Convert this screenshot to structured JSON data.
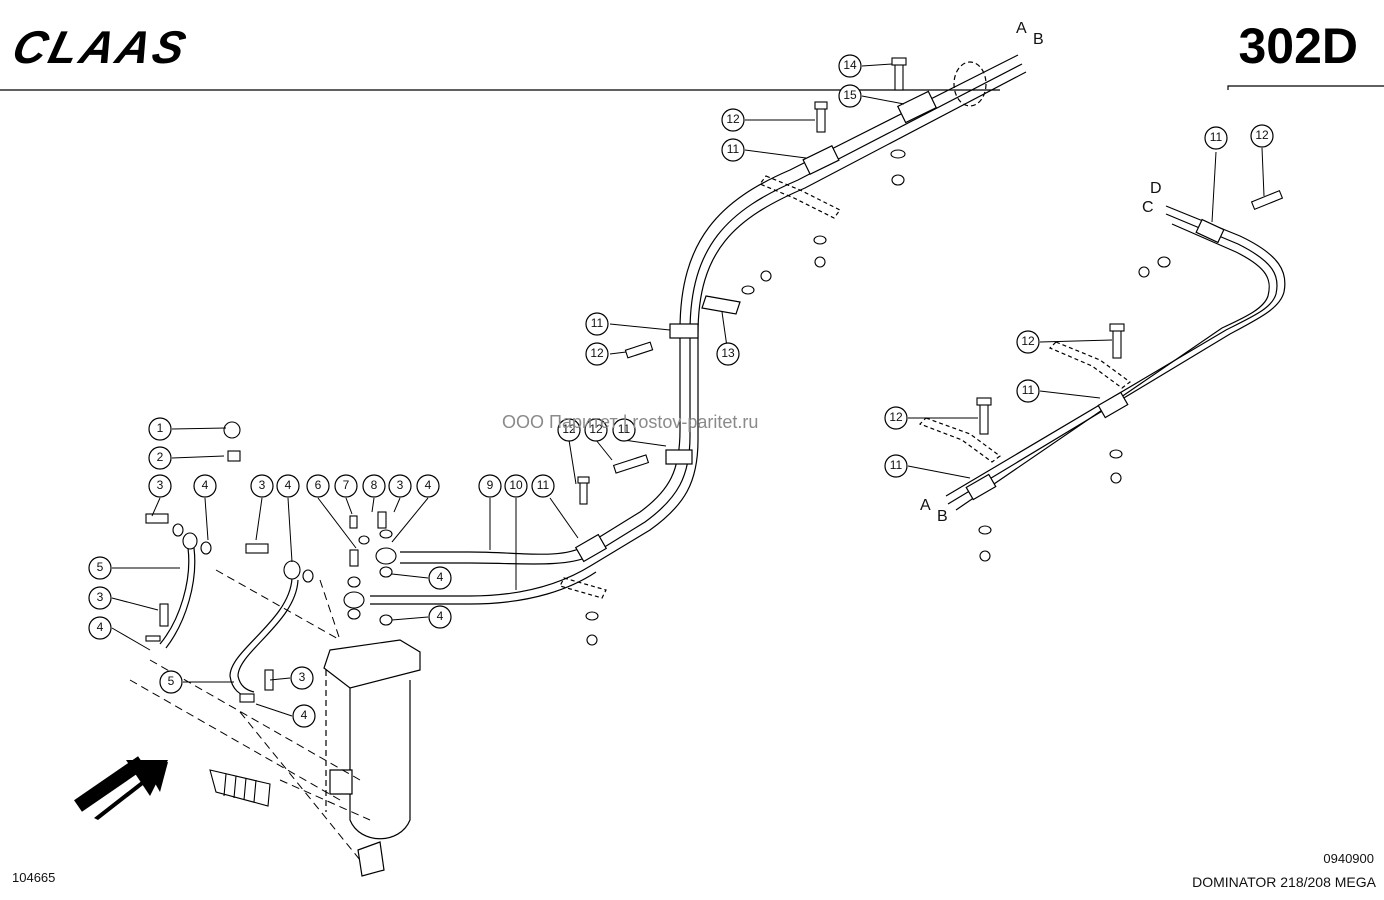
{
  "header": {
    "brand": "CLAAS",
    "page_number": "302D"
  },
  "footer": {
    "drawing_number": "104665",
    "date_code": "0940900",
    "model": "DOMINATOR 218/208 MEGA"
  },
  "watermark": "ООО Паритет | rostov-paritet.ru",
  "end_letters": [
    "A",
    "B",
    "C",
    "D"
  ],
  "callouts": [
    {
      "id": "c-1",
      "text": "1"
    },
    {
      "id": "c-2",
      "text": "2"
    },
    {
      "id": "c-3a",
      "text": "3"
    },
    {
      "id": "c-4a",
      "text": "4"
    },
    {
      "id": "c-5a",
      "text": "5"
    },
    {
      "id": "c-3b",
      "text": "3"
    },
    {
      "id": "c-4b",
      "text": "4"
    },
    {
      "id": "c-3c",
      "text": "3"
    },
    {
      "id": "c-4c",
      "text": "4"
    },
    {
      "id": "c-6",
      "text": "6"
    },
    {
      "id": "c-7",
      "text": "7"
    },
    {
      "id": "c-8",
      "text": "8"
    },
    {
      "id": "c-3d",
      "text": "3"
    },
    {
      "id": "c-4d",
      "text": "4"
    },
    {
      "id": "c-5b",
      "text": "5"
    },
    {
      "id": "c-3e",
      "text": "3"
    },
    {
      "id": "c-4e",
      "text": "4"
    },
    {
      "id": "c-4f",
      "text": "4"
    },
    {
      "id": "c-4g",
      "text": "4"
    },
    {
      "id": "c-9",
      "text": "9"
    },
    {
      "id": "c-10",
      "text": "10"
    },
    {
      "id": "c-11a",
      "text": "11"
    },
    {
      "id": "c-12a",
      "text": "12"
    },
    {
      "id": "c-12b",
      "text": "12"
    },
    {
      "id": "c-11b",
      "text": "11"
    },
    {
      "id": "c-11c",
      "text": "11"
    },
    {
      "id": "c-12c",
      "text": "12"
    },
    {
      "id": "c-13",
      "text": "13"
    },
    {
      "id": "c-12d",
      "text": "12"
    },
    {
      "id": "c-11d",
      "text": "11"
    },
    {
      "id": "c-14",
      "text": "14"
    },
    {
      "id": "c-15",
      "text": "15"
    },
    {
      "id": "c-11e",
      "text": "11"
    },
    {
      "id": "c-12e",
      "text": "12"
    },
    {
      "id": "c-12f",
      "text": "12"
    },
    {
      "id": "c-11f",
      "text": "11"
    },
    {
      "id": "c-12g",
      "text": "12"
    },
    {
      "id": "c-11g",
      "text": "11"
    }
  ]
}
